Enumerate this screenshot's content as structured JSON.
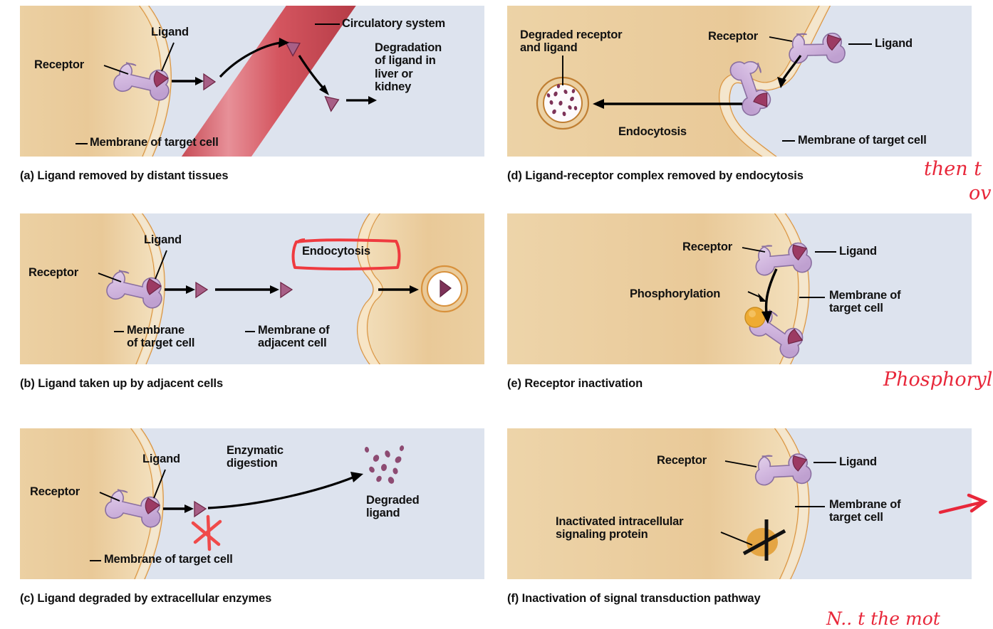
{
  "figure": {
    "title_visible": false,
    "colors": {
      "background": "#dde3ee",
      "cytoplasm": "#e8c89a",
      "cytoplasm_light": "#f6e3c4",
      "membrane_outline": "#d8913c",
      "receptor": "#d7bfe0",
      "receptor_outline": "#8a6fa0",
      "ligand": "#9c3a63",
      "vessel": "#c94a52",
      "phosphate": "#eeab33",
      "annotation_red": "#e8273a",
      "text": "#111111"
    }
  },
  "panels": [
    {
      "id": "a",
      "caption_label": "(a)",
      "caption_text": "Ligand removed by distant tissues",
      "labels": {
        "receptor": "Receptor",
        "ligand": "Ligand",
        "circulatory": "Circulatory system",
        "degradation": "Degradation\nof ligand in\nliver or\nkidney",
        "membrane": "Membrane of target cell"
      }
    },
    {
      "id": "b",
      "caption_label": "(b)",
      "caption_text": "Ligand taken up by adjacent cells",
      "labels": {
        "receptor": "Receptor",
        "ligand": "Ligand",
        "endocytosis": "Endocytosis",
        "membrane_target": "Membrane\nof target cell",
        "membrane_adjacent": "Membrane of\nadjacent cell"
      }
    },
    {
      "id": "c",
      "caption_label": "(c)",
      "caption_text": "Ligand degraded by extracellular enzymes",
      "labels": {
        "receptor": "Receptor",
        "ligand": "Ligand",
        "enzymatic": "Enzymatic\ndigestion",
        "degraded": "Degraded\nligand",
        "membrane": "Membrane of target cell"
      }
    },
    {
      "id": "d",
      "caption_label": "(d)",
      "caption_text": "Ligand-receptor complex removed by endocytosis",
      "labels": {
        "degraded_complex": "Degraded receptor\nand ligand",
        "receptor": "Receptor",
        "ligand": "Ligand",
        "endocytosis": "Endocytosis",
        "membrane": "Membrane of target cell"
      }
    },
    {
      "id": "e",
      "caption_label": "(e)",
      "caption_text": "Receptor inactivation",
      "labels": {
        "receptor": "Receptor",
        "ligand": "Ligand",
        "phosphorylation": "Phosphorylation",
        "membrane": "Membrane of\ntarget cell"
      }
    },
    {
      "id": "f",
      "caption_label": "(f)",
      "caption_text": "Inactivation of signal transduction pathway",
      "labels": {
        "receptor": "Receptor",
        "ligand": "Ligand",
        "membrane": "Membrane of\ntarget cell",
        "inactivated": "Inactivated intracellular\nsignaling protein"
      }
    }
  ],
  "annotations": {
    "d_then": "then t",
    "d_second": "ov",
    "e_phospho": "Phosphorylat",
    "f_bottom": "N.. t the  mot"
  }
}
